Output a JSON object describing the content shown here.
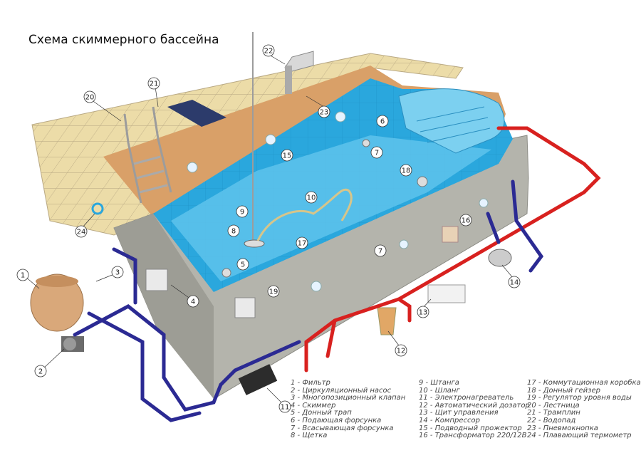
{
  "title": "Схема скиммерного бассейна",
  "colors": {
    "water": "#2aa7dd",
    "concrete": "#b4b4ac",
    "tile": "#ecdca8",
    "coping": "#d9a068",
    "pipe_hot": "#d8211f",
    "pipe_cold": "#2b2a93",
    "filter": "#d9a87a"
  },
  "callouts": [
    "1",
    "2",
    "3",
    "4",
    "5",
    "6",
    "7",
    "7",
    "8",
    "9",
    "10",
    "11",
    "12",
    "13",
    "14",
    "15",
    "16",
    "17",
    "18",
    "19",
    "20",
    "21",
    "22",
    "23",
    "24"
  ],
  "legend": {
    "col1": [
      "1 - Фильтр",
      "2 - Циркуляционный насос",
      "3 - Многопозиционный клапан",
      "4 - Скиммер",
      "5 - Донный трап",
      "6 - Подающая форсунка",
      "7 - Всасывающая форсунка",
      "8 - Щетка"
    ],
    "col2": [
      "9 - Штанга",
      "10 - Шланг",
      "11 - Электронагреватель",
      "12 - Автоматический дозатор",
      "13 - Щит управления",
      "14 - Компрессор",
      "15 - Подводный прожектор",
      "16 - Трансформатор 220/12В"
    ],
    "col3": [
      "17 - Коммутационная коробка",
      "18 - Донный гейзер",
      "19 - Регулятор уровня воды",
      "20 - Лестница",
      "21 - Трамплин",
      "22 - Водопад",
      "23 - Пневмокнопка",
      "24 - Плавающий термометр"
    ]
  }
}
